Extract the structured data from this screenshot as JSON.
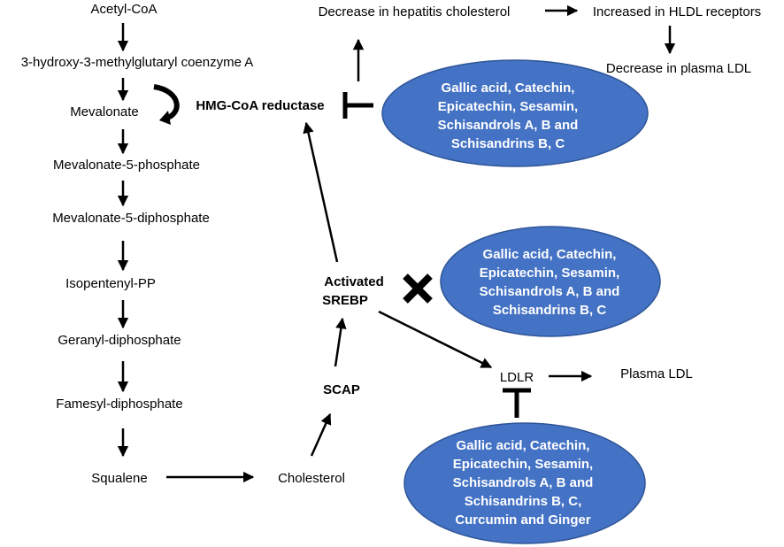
{
  "pathway": {
    "acetyl_coa": "Acetyl-CoA",
    "hmg_coa": "3-hydroxy-3-methylglutaryl coenzyme A",
    "mevalonate": "Mevalonate",
    "mevalonate_5_phosphate": "Mevalonate-5-phosphate",
    "mevalonate_5_diphosphate": "Mevalonate-5-diphosphate",
    "isopentenyl_pp": "Isopentenyl-PP",
    "geranyl_diphosphate": "Geranyl-diphosphate",
    "famesyl_diphosphate": "Famesyl-diphosphate",
    "squalene": "Squalene",
    "cholesterol": "Cholesterol"
  },
  "enzyme": "HMG-CoA reductase",
  "regulation": {
    "scap": "SCAP",
    "srebp_line1": "Activated",
    "srebp_line2": "SREBP",
    "ldlr": "LDLR",
    "plasma_ldl": "Plasma LDL"
  },
  "outcomes": {
    "decrease_hepatic": "Decrease in hepatitis cholesterol",
    "increased_receptors": "Increased in HLDL receptors",
    "decrease_plasma_ldl": "Decrease in plasma LDL"
  },
  "inhibitors_top": [
    "Gallic acid, Catechin,",
    "Epicatechin, Sesamin,",
    "Schisandrols A, B and",
    "Schisandrins B, C"
  ],
  "inhibitors_middle": [
    "Gallic acid, Catechin,",
    "Epicatechin, Sesamin,",
    "Schisandrols A, B and",
    "Schisandrins B, C"
  ],
  "inhibitors_bottom": [
    "Gallic acid, Catechin,",
    "Epicatechin, Sesamin,",
    "Schisandrols A, B and",
    "Schisandrins B, C,",
    "Curcumin and Ginger"
  ],
  "colors": {
    "ellipse_fill": "#4472C4",
    "ellipse_stroke": "#2F5597",
    "ellipse_text": "#ffffff",
    "line": "#000000"
  }
}
